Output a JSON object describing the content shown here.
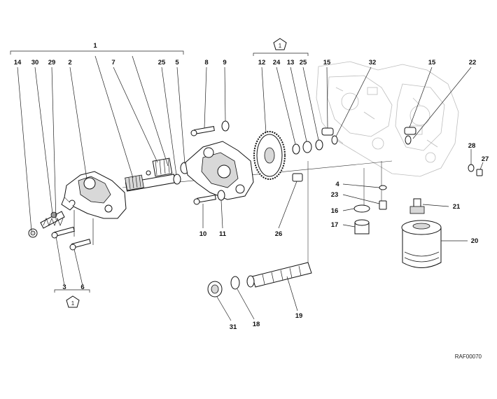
{
  "diagram": {
    "reference_code": "RAF00070",
    "group_labels": {
      "assembly": "1",
      "gear_group_badge": "1",
      "screw_group_badge": "1"
    },
    "part_labels": {
      "p14": "14",
      "p30": "30",
      "p29": "29",
      "p2": "2",
      "p7": "7",
      "p25a": "25",
      "p5": "5",
      "p8": "8",
      "p9": "9",
      "p12": "12",
      "p24": "24",
      "p13": "13",
      "p25b": "25",
      "p15a": "15",
      "p32": "32",
      "p15b": "15",
      "p22": "22",
      "p28": "28",
      "p27": "27",
      "p4": "4",
      "p23": "23",
      "p21": "21",
      "p16": "16",
      "p17": "17",
      "p20": "20",
      "p10": "10",
      "p11": "11",
      "p26": "26",
      "p3": "3",
      "p6": "6",
      "p31": "31",
      "p18": "18",
      "p19": "19"
    }
  }
}
